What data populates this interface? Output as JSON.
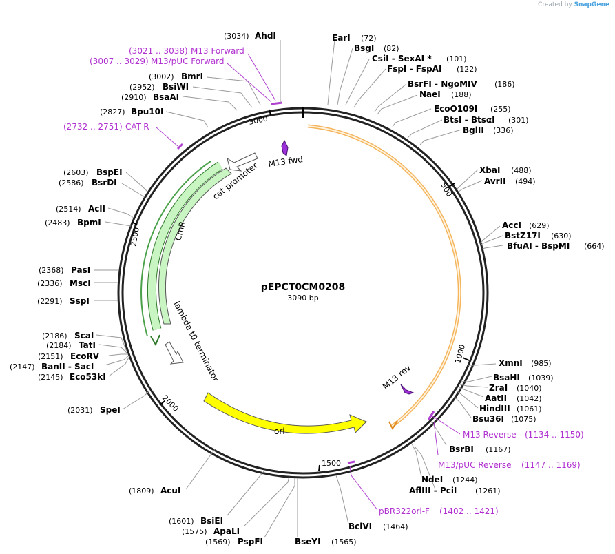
{
  "watermark": {
    "prefix": "Created by",
    "brand": "SnapGene"
  },
  "plasmid": {
    "name": "pEPCT0CM0208",
    "length_label": "3090 bp",
    "total_bp": 3090
  },
  "ticks": [
    {
      "bp": 500,
      "label": "500"
    },
    {
      "bp": 1000,
      "label": "1000"
    },
    {
      "bp": 1500,
      "label": "1500"
    },
    {
      "bp": 2000,
      "label": "2000"
    },
    {
      "bp": 2500,
      "label": "2500"
    },
    {
      "bp": 3000,
      "label": "3000"
    }
  ],
  "features": [
    {
      "id": "orange-orf",
      "color": "#f5b35a",
      "start": 0,
      "end": 1200,
      "label": ""
    },
    {
      "id": "cmr",
      "color": "#c9f5c3",
      "start": 2800,
      "end": 2140,
      "label": "CmR"
    },
    {
      "id": "ori",
      "color": "#ffff00",
      "start": 1800,
      "end": 1420,
      "label": "ori"
    },
    {
      "id": "cat-promoter",
      "color": "#ffffff",
      "label": "cat promoter"
    },
    {
      "id": "lambda-terminator",
      "color": "#ffffff",
      "label": "lambda t0 terminator"
    },
    {
      "id": "m13-fwd",
      "color": "#9b30d9",
      "label": "M13 fwd"
    },
    {
      "id": "m13-rev",
      "color": "#9b30d9",
      "label": "M13 rev"
    }
  ],
  "sites": [
    {
      "name": "AhdI",
      "pos": "(3034)",
      "side": "left"
    },
    {
      "name": "BmrI",
      "pos": "(3002)",
      "side": "left"
    },
    {
      "name": "BsiWI",
      "pos": "(2952)",
      "side": "left"
    },
    {
      "name": "BsaAI",
      "pos": "(2910)",
      "side": "left"
    },
    {
      "name": "Bpu10I",
      "pos": "(2827)",
      "side": "left"
    },
    {
      "name": "BspEI",
      "pos": "(2603)",
      "side": "left"
    },
    {
      "name": "BsrDI",
      "pos": "(2586)",
      "side": "left"
    },
    {
      "name": "AclI",
      "pos": "(2514)",
      "side": "left"
    },
    {
      "name": "BpmI",
      "pos": "(2483)",
      "side": "left"
    },
    {
      "name": "PasI",
      "pos": "(2368)",
      "side": "left"
    },
    {
      "name": "MscI",
      "pos": "(2336)",
      "side": "left"
    },
    {
      "name": "SspI",
      "pos": "(2291)",
      "side": "left"
    },
    {
      "name": "ScaI",
      "pos": "(2186)",
      "side": "left"
    },
    {
      "name": "TatI",
      "pos": "(2184)",
      "side": "left"
    },
    {
      "name": "EcoRV",
      "pos": "(2151)",
      "side": "left"
    },
    {
      "name": "BanII  -  SacI",
      "pos": "(2147)",
      "side": "left"
    },
    {
      "name": "Eco53kI",
      "pos": "(2145)",
      "side": "left"
    },
    {
      "name": "SpeI",
      "pos": "(2031)",
      "side": "left"
    },
    {
      "name": "AcuI",
      "pos": "(1809)",
      "side": "left"
    },
    {
      "name": "BsiEI",
      "pos": "(1601)",
      "side": "left"
    },
    {
      "name": "ApaLI",
      "pos": "(1575)",
      "side": "left"
    },
    {
      "name": "PspFI",
      "pos": "(1569)",
      "side": "left"
    },
    {
      "name": "BseYI",
      "pos": "(1565)",
      "side": "left"
    },
    {
      "name": "BciVI",
      "pos": "(1464)",
      "side": "right"
    },
    {
      "name": "NdeI",
      "pos": "(1244)",
      "side": "right"
    },
    {
      "name": "AflIII  -  PciI",
      "pos": "(1261)",
      "side": "right"
    },
    {
      "name": "BsrBI",
      "pos": "(1167)",
      "side": "right"
    },
    {
      "name": "Bsu36I",
      "pos": "(1075)",
      "side": "right"
    },
    {
      "name": "HindIII",
      "pos": "(1061)",
      "side": "right"
    },
    {
      "name": "AatII",
      "pos": "(1042)",
      "side": "right"
    },
    {
      "name": "ZraI",
      "pos": "(1040)",
      "side": "right"
    },
    {
      "name": "BsaHI",
      "pos": "(1039)",
      "side": "right"
    },
    {
      "name": "XmnI",
      "pos": "(985)",
      "side": "right"
    },
    {
      "name": "BfuAI  -  BspMI",
      "pos": "(664)",
      "side": "right"
    },
    {
      "name": "BstZ17I",
      "pos": "(630)",
      "side": "right"
    },
    {
      "name": "AccI",
      "pos": "(629)",
      "side": "right"
    },
    {
      "name": "AvrII",
      "pos": "(494)",
      "side": "right"
    },
    {
      "name": "XbaI",
      "pos": "(488)",
      "side": "right"
    },
    {
      "name": "BglII",
      "pos": "(336)",
      "side": "right"
    },
    {
      "name": "BtsI  -  BtsαI",
      "pos": "(301)",
      "side": "right"
    },
    {
      "name": "EcoO109I",
      "pos": "(255)",
      "side": "right"
    },
    {
      "name": "NaeI",
      "pos": "(188)",
      "side": "right"
    },
    {
      "name": "BsrFI  -  NgoMIV",
      "pos": "(186)",
      "side": "right"
    },
    {
      "name": "FspI  -  FspAI",
      "pos": "(122)",
      "side": "right"
    },
    {
      "name": "CsiI  -  SexAI *",
      "pos": "(101)",
      "side": "right"
    },
    {
      "name": "BsgI",
      "pos": "(82)",
      "side": "right"
    },
    {
      "name": "EarI",
      "pos": "(72)",
      "side": "right"
    }
  ],
  "primers": [
    {
      "range": "(3021 .. 3038)",
      "name": "M13 Forward"
    },
    {
      "range": "(3007 .. 3029)",
      "name": "M13/pUC Forward"
    },
    {
      "range": "(2732 .. 2751)",
      "name": "CAT-R"
    },
    {
      "name": "M13 Reverse",
      "range": "(1134 .. 1150)"
    },
    {
      "name": "M13/pUC Reverse",
      "range": "(1147 .. 1169)"
    },
    {
      "name": "pBR322ori-F",
      "range": "(1402 .. 1421)"
    }
  ]
}
